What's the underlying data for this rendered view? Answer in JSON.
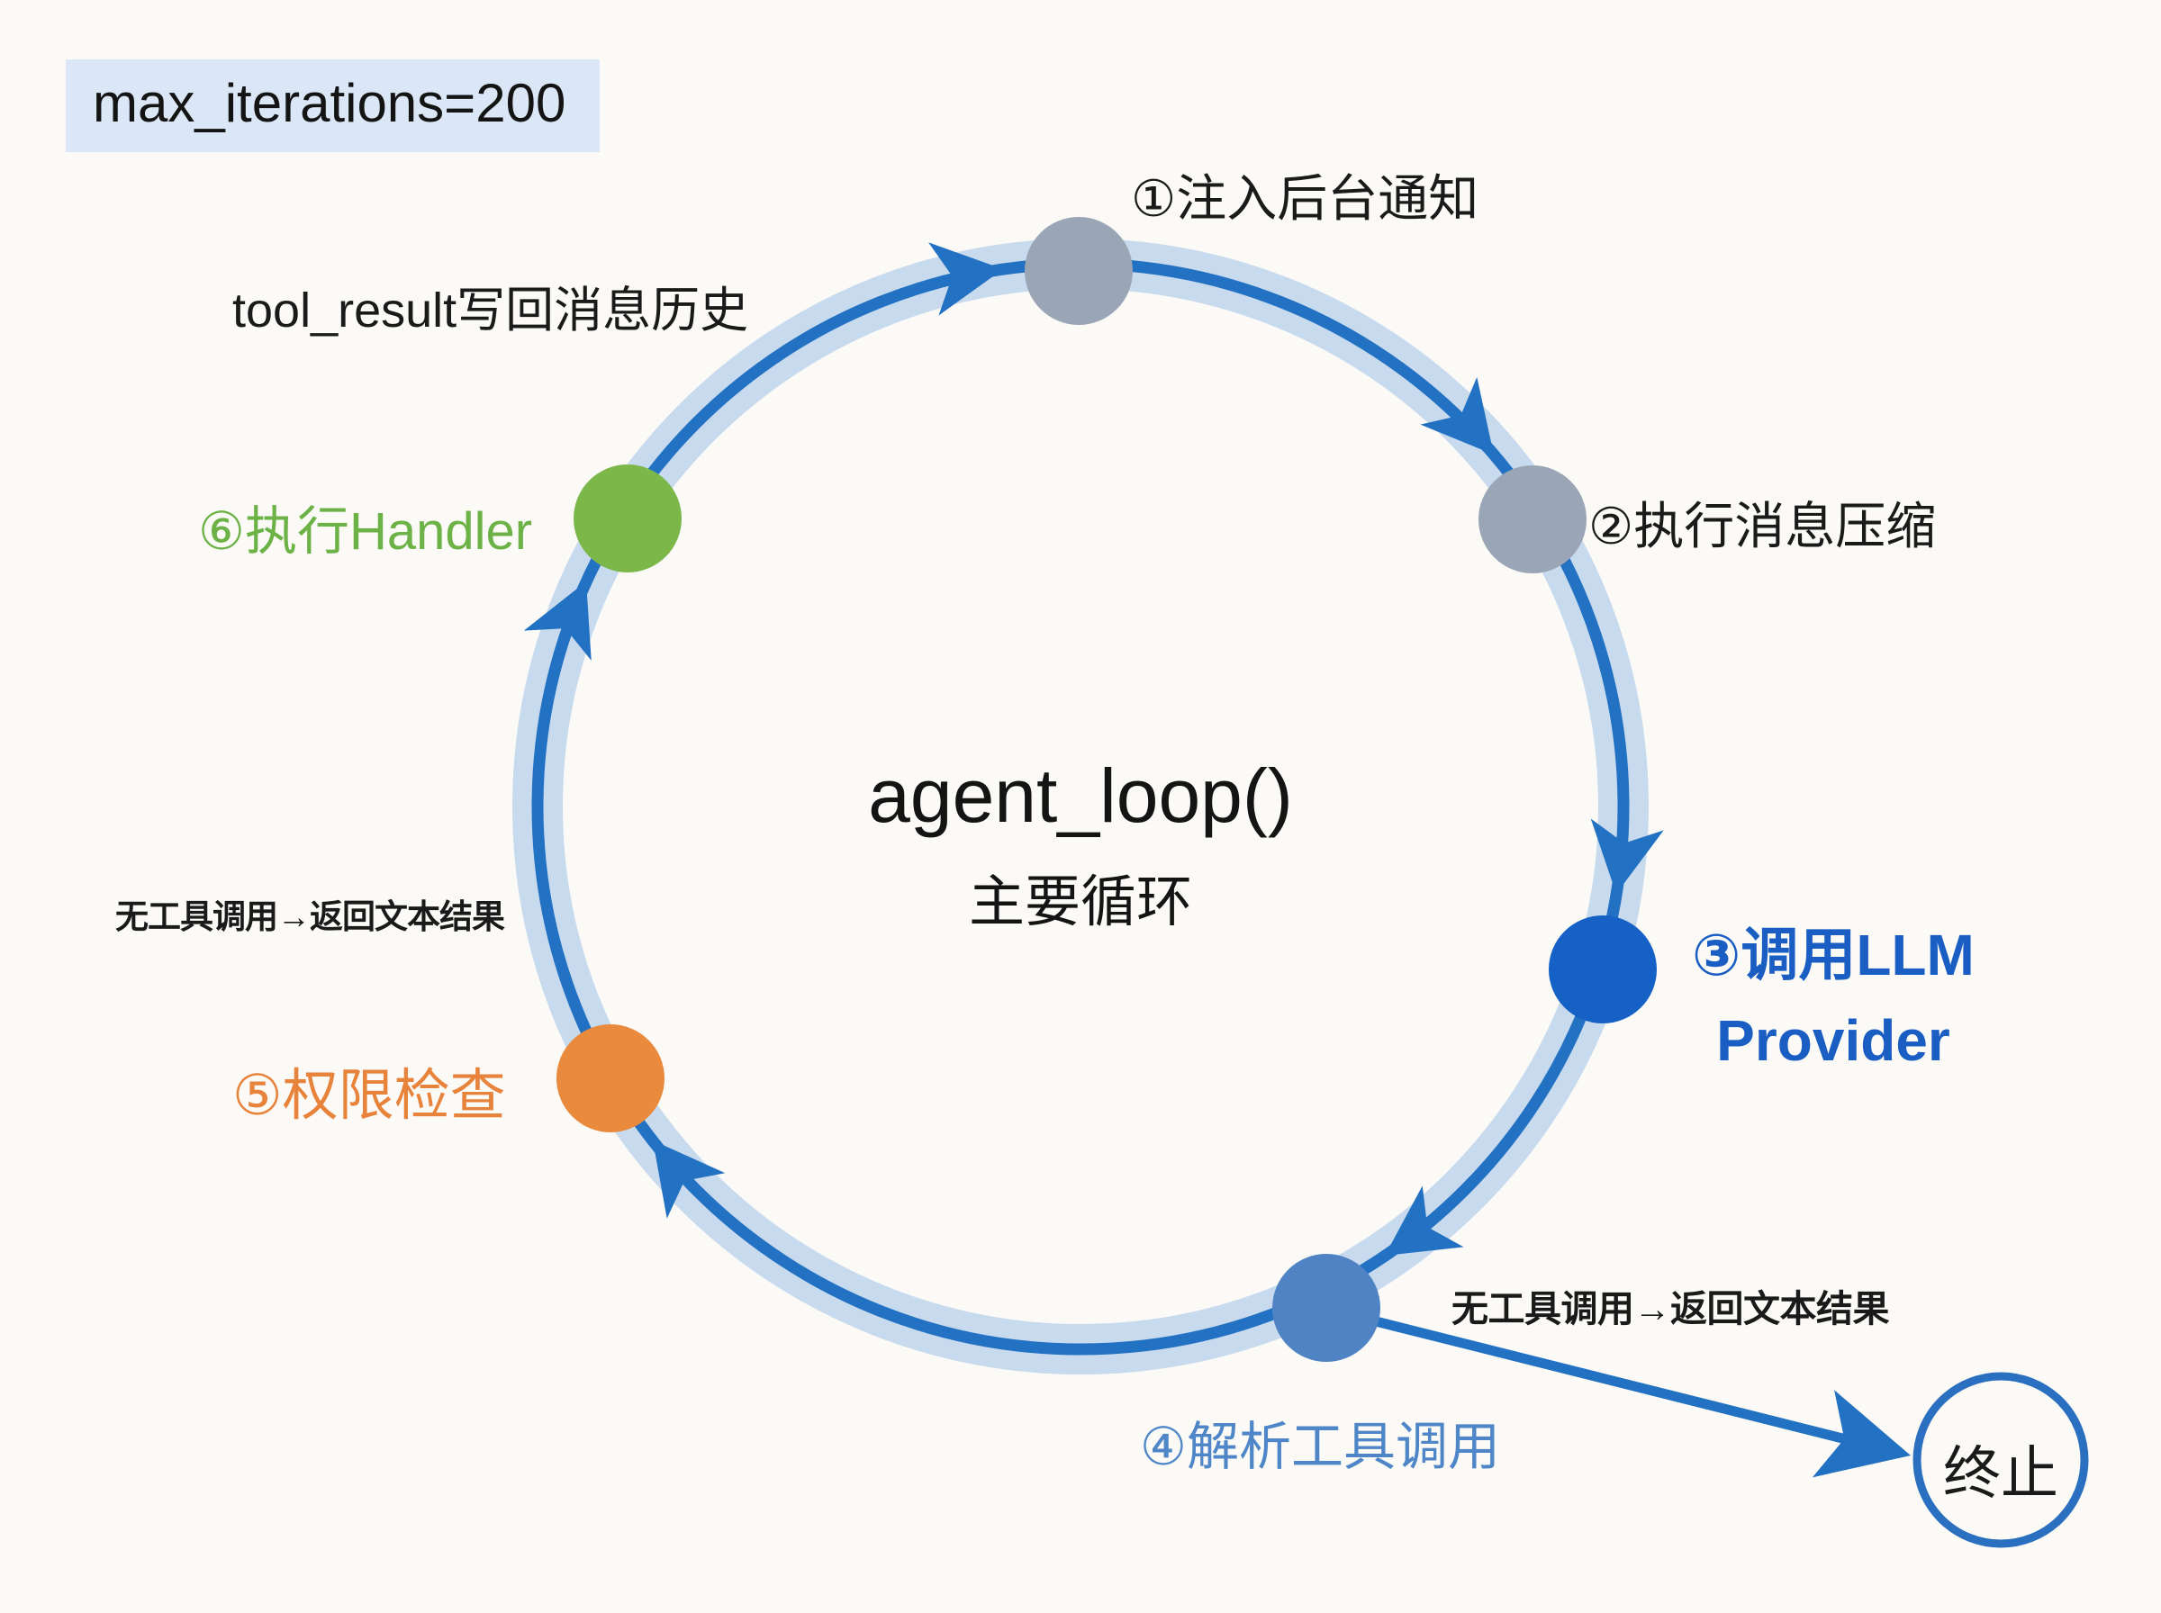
{
  "badge": {
    "text": "max_iterations=200"
  },
  "center": {
    "title": "agent_loop()",
    "subtitle": "主要循环"
  },
  "steps": [
    {
      "label": "①注入后台通知",
      "node_color": "#9aa5b6",
      "label_color": "#1a1a1a"
    },
    {
      "label": "②执行消息压缩",
      "node_color": "#9aa5b6",
      "label_color": "#1a1a1a"
    },
    {
      "label": "③调用LLM",
      "label_line2": "Provider",
      "node_color": "#1661c6",
      "label_color": "#1a5ec4"
    },
    {
      "label": "④解析工具调用",
      "node_color": "#4f83c4",
      "label_color": "#4f86c8"
    },
    {
      "label": "⑤权限检查",
      "node_color": "#e98a3d",
      "label_color": "#e8833c"
    },
    {
      "label": "⑥执行Handler",
      "node_color": "#7cb74a",
      "label_color": "#6cb247"
    }
  ],
  "annotations": {
    "tool_result": "tool_result写回消息历史",
    "no_tool_left": "无工具调用→返回文本结果",
    "no_tool_right": "无工具调用→返回文本结果",
    "terminate": "终止"
  },
  "colors": {
    "background": "#fbfaf7",
    "badge_bg": "#dbe7f6",
    "ring_band": "#c8daee",
    "ring_line": "#2271c3",
    "arrow": "#2271c3",
    "terminate_border": "#2b6fc0"
  }
}
